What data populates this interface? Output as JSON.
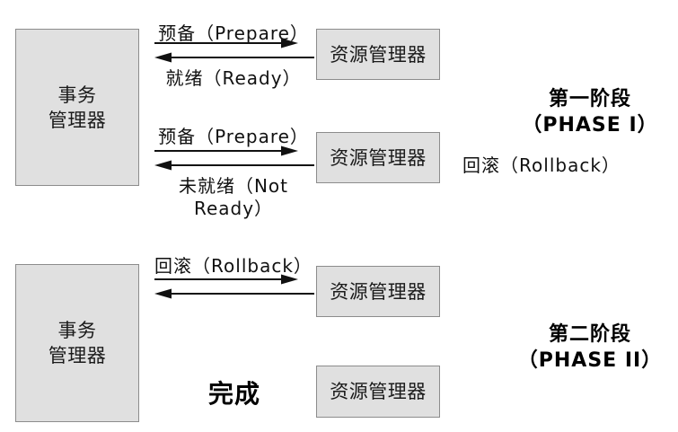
{
  "colors": {
    "background": "#ffffff",
    "box_fill": "#e0e0e0",
    "box_border": "#8c8c8c",
    "text": "#1a1a1a",
    "arrow": "#111111"
  },
  "diagram": {
    "phase1": {
      "transaction_manager": "事务\n管理器",
      "resource_manager_top": "资源管理器",
      "resource_manager_bottom": "资源管理器",
      "msg_prepare_top": "预备（Prepare）",
      "msg_ready": "就绪（Ready）",
      "msg_prepare_bottom": "预备（Prepare）",
      "msg_not_ready": "未就绪（Not\nReady）",
      "phase_label": "第一阶段\n（PHASE I）",
      "rollback_note": "回滚（Rollback）"
    },
    "phase2": {
      "transaction_manager": "事务\n管理器",
      "resource_manager_top": "资源管理器",
      "resource_manager_bottom": "资源管理器",
      "msg_rollback": "回滚（Rollback）",
      "done_label": "完成",
      "phase_label": "第二阶段\n（PHASE II）"
    }
  }
}
